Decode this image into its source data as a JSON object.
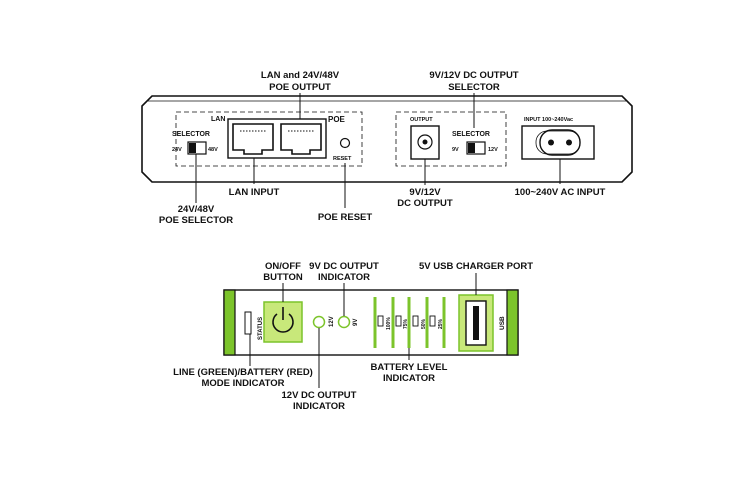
{
  "top_panel": {
    "callouts": {
      "lan_poe_output": [
        "LAN and 24V/48V",
        "POE OUTPUT"
      ],
      "dc_output_selector": [
        "9V/12V DC OUTPUT",
        "SELECTOR"
      ],
      "lan_input": "LAN INPUT",
      "poe_selector": [
        "24V/48V",
        "POE SELECTOR"
      ],
      "poe_reset": "POE RESET",
      "dc_output": [
        "9V/12V",
        "DC OUTPUT"
      ],
      "ac_input": "100~240V AC INPUT"
    },
    "labels": {
      "lan": "LAN",
      "poe": "POE",
      "reset": "RESET",
      "selector_left": "SELECTOR",
      "v24": "24V",
      "v48": "48V",
      "output": "OUTPUT",
      "selector_right": "SELECTOR",
      "v9": "9V",
      "v12": "12V",
      "input_rating": "INPUT 100~240Vac"
    }
  },
  "bottom_panel": {
    "callouts": {
      "on_off": [
        "ON/OFF",
        "BUTTON"
      ],
      "dc9_indicator": [
        "9V DC OUTPUT",
        "INDICATOR"
      ],
      "usb_port": "5V USB CHARGER PORT",
      "mode_indicator": [
        "LINE (GREEN)/BATTERY (RED)",
        "MODE INDICATOR"
      ],
      "battery_level": [
        "BATTERY LEVEL",
        "INDICATOR"
      ],
      "dc12_indicator": [
        "12V DC OUTPUT",
        "INDICATOR"
      ]
    },
    "labels": {
      "status": "STATUS",
      "v12": "12V",
      "v9": "9V",
      "levels": [
        "100%",
        "75%",
        "50%",
        "25%"
      ],
      "usb": "USB"
    },
    "colors": {
      "accent_green": "#7cc42b",
      "light_green": "#c8e87a"
    }
  }
}
